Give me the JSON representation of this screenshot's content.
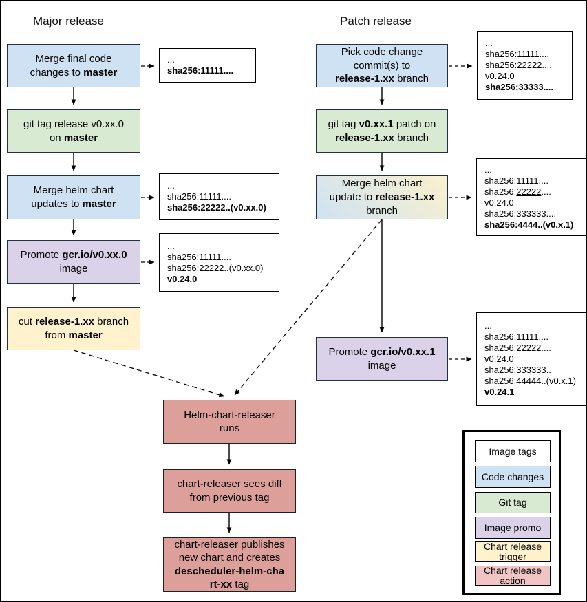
{
  "titles": {
    "major": "Major release",
    "patch": "Patch release"
  },
  "colors": {
    "code_changes": "#cfe2f3",
    "git_tag": "#d9ead3",
    "image_promo": "#d9d2e9",
    "chart_trigger": "#fff2cc",
    "chart_action": "#dd9f99",
    "image_tags": "#ffffff",
    "legend_action": "#f1c5c5",
    "gradient_from": "#cfe2f3",
    "gradient_to": "#fbf1cd"
  },
  "boxes": {
    "merge_final_code": {
      "lines": [
        [
          {
            "t": "Merge final code"
          }
        ],
        [
          {
            "t": "changes to "
          },
          {
            "t": "master",
            "b": true
          }
        ]
      ]
    },
    "git_tag_major": {
      "lines": [
        [
          {
            "t": "git tag release v0.xx.0"
          }
        ],
        [
          {
            "t": "on "
          },
          {
            "t": "master",
            "b": true
          }
        ]
      ]
    },
    "merge_helm_major": {
      "lines": [
        [
          {
            "t": "Merge helm chart"
          }
        ],
        [
          {
            "t": "updates to "
          },
          {
            "t": "master",
            "b": true
          }
        ]
      ]
    },
    "promote_major": {
      "lines": [
        [
          {
            "t": "Promote "
          },
          {
            "t": "gcr.io/v0.xx.0",
            "b": true
          }
        ],
        [
          {
            "t": "image"
          }
        ]
      ]
    },
    "cut_release": {
      "lines": [
        [
          {
            "t": "cut "
          },
          {
            "t": "release-1.xx",
            "b": true
          },
          {
            "t": " branch"
          }
        ],
        [
          {
            "t": "from "
          },
          {
            "t": "master",
            "b": true
          }
        ]
      ]
    },
    "pick_code": {
      "lines": [
        [
          {
            "t": "Pick code change"
          }
        ],
        [
          {
            "t": "commit(s) to"
          }
        ],
        [
          {
            "t": "release-1.xx",
            "b": true
          },
          {
            "t": " branch"
          }
        ]
      ]
    },
    "git_tag_patch": {
      "lines": [
        [
          {
            "t": "git tag "
          },
          {
            "t": "v0.xx.1",
            "b": true
          },
          {
            "t": " patch on"
          }
        ],
        [
          {
            "t": "release-1.xx",
            "b": true
          },
          {
            "t": " branch"
          }
        ]
      ]
    },
    "merge_helm_patch": {
      "lines": [
        [
          {
            "t": "Merge helm chart"
          }
        ],
        [
          {
            "t": "update to "
          },
          {
            "t": "release-1.xx",
            "b": true
          }
        ],
        [
          {
            "t": "branch"
          }
        ]
      ]
    },
    "promote_patch": {
      "lines": [
        [
          {
            "t": "Promote "
          },
          {
            "t": "gcr.io/v0.xx.1",
            "b": true
          }
        ],
        [
          {
            "t": "image"
          }
        ]
      ]
    },
    "releaser_runs": {
      "lines": [
        [
          {
            "t": "Helm-chart-releaser"
          }
        ],
        [
          {
            "t": "runs"
          }
        ]
      ]
    },
    "releaser_diff": {
      "lines": [
        [
          {
            "t": "chart-releaser sees diff"
          }
        ],
        [
          {
            "t": "from previous tag"
          }
        ]
      ]
    },
    "releaser_publish": {
      "lines": [
        [
          {
            "t": "chart-releaser publishes"
          }
        ],
        [
          {
            "t": "new chart and creates"
          }
        ],
        [
          {
            "t": "descheduler-helm-cha",
            "b": true
          }
        ],
        [
          {
            "t": "rt-xx",
            "b": true
          },
          {
            "t": " tag"
          }
        ]
      ]
    }
  },
  "tags": {
    "w1": [
      [
        {
          "t": "..."
        }
      ],
      [
        {
          "t": "sha256:11111....",
          "b": true
        }
      ]
    ],
    "w2": [
      [
        {
          "t": "..."
        }
      ],
      [
        {
          "t": "sha256:11111...."
        }
      ],
      [
        {
          "t": "sha256:22222..(v0.xx.0)",
          "b": true
        }
      ]
    ],
    "w3": [
      [
        {
          "t": "..."
        }
      ],
      [
        {
          "t": "sha256:11111...."
        }
      ],
      [
        {
          "t": "sha256:22222..(v0.xx.0)"
        }
      ],
      [
        {
          "t": "v0.24.0",
          "b": true
        }
      ]
    ],
    "pw1": [
      [
        {
          "t": "..."
        }
      ],
      [
        {
          "t": "sha256:11111...."
        }
      ],
      [
        {
          "t": "sha256:"
        },
        {
          "t": "22222",
          "u": true
        },
        {
          "t": "...."
        }
      ],
      [
        {
          "t": "v0.24.0"
        }
      ],
      [
        {
          "t": "sha256:33333....",
          "b": true
        }
      ]
    ],
    "pw2": [
      [
        {
          "t": "..."
        }
      ],
      [
        {
          "t": "sha256:11111...."
        }
      ],
      [
        {
          "t": "sha256:"
        },
        {
          "t": "22222",
          "u": true
        },
        {
          "t": "...."
        }
      ],
      [
        {
          "t": "v0.24.0"
        }
      ],
      [
        {
          "t": "sha256:333333...."
        }
      ],
      [
        {
          "t": "sha256:4444..(v0.x.1)",
          "b": true
        }
      ]
    ],
    "pw3": [
      [
        {
          "t": "..."
        }
      ],
      [
        {
          "t": "sha256:11111...."
        }
      ],
      [
        {
          "t": "sha256:"
        },
        {
          "t": "22222",
          "u": true
        },
        {
          "t": "...."
        }
      ],
      [
        {
          "t": "v0.24.0"
        }
      ],
      [
        {
          "t": "sha256:333333.."
        }
      ],
      [
        {
          "t": "sha256:44444..(v0.x.1)"
        }
      ],
      [
        {
          "t": "v0.24.1",
          "b": true
        }
      ]
    ]
  },
  "legend": {
    "items": [
      {
        "label": "Image tags",
        "color": "#ffffff"
      },
      {
        "label": "Code changes",
        "color": "#cfe2f3"
      },
      {
        "label": "Git tag",
        "color": "#d9ead3"
      },
      {
        "label": "Image promo",
        "color": "#d9d2e9"
      },
      {
        "label": "Chart release trigger",
        "color": "#fff2cc"
      },
      {
        "label": "Chart release action",
        "color": "#f1c5c5"
      }
    ]
  }
}
